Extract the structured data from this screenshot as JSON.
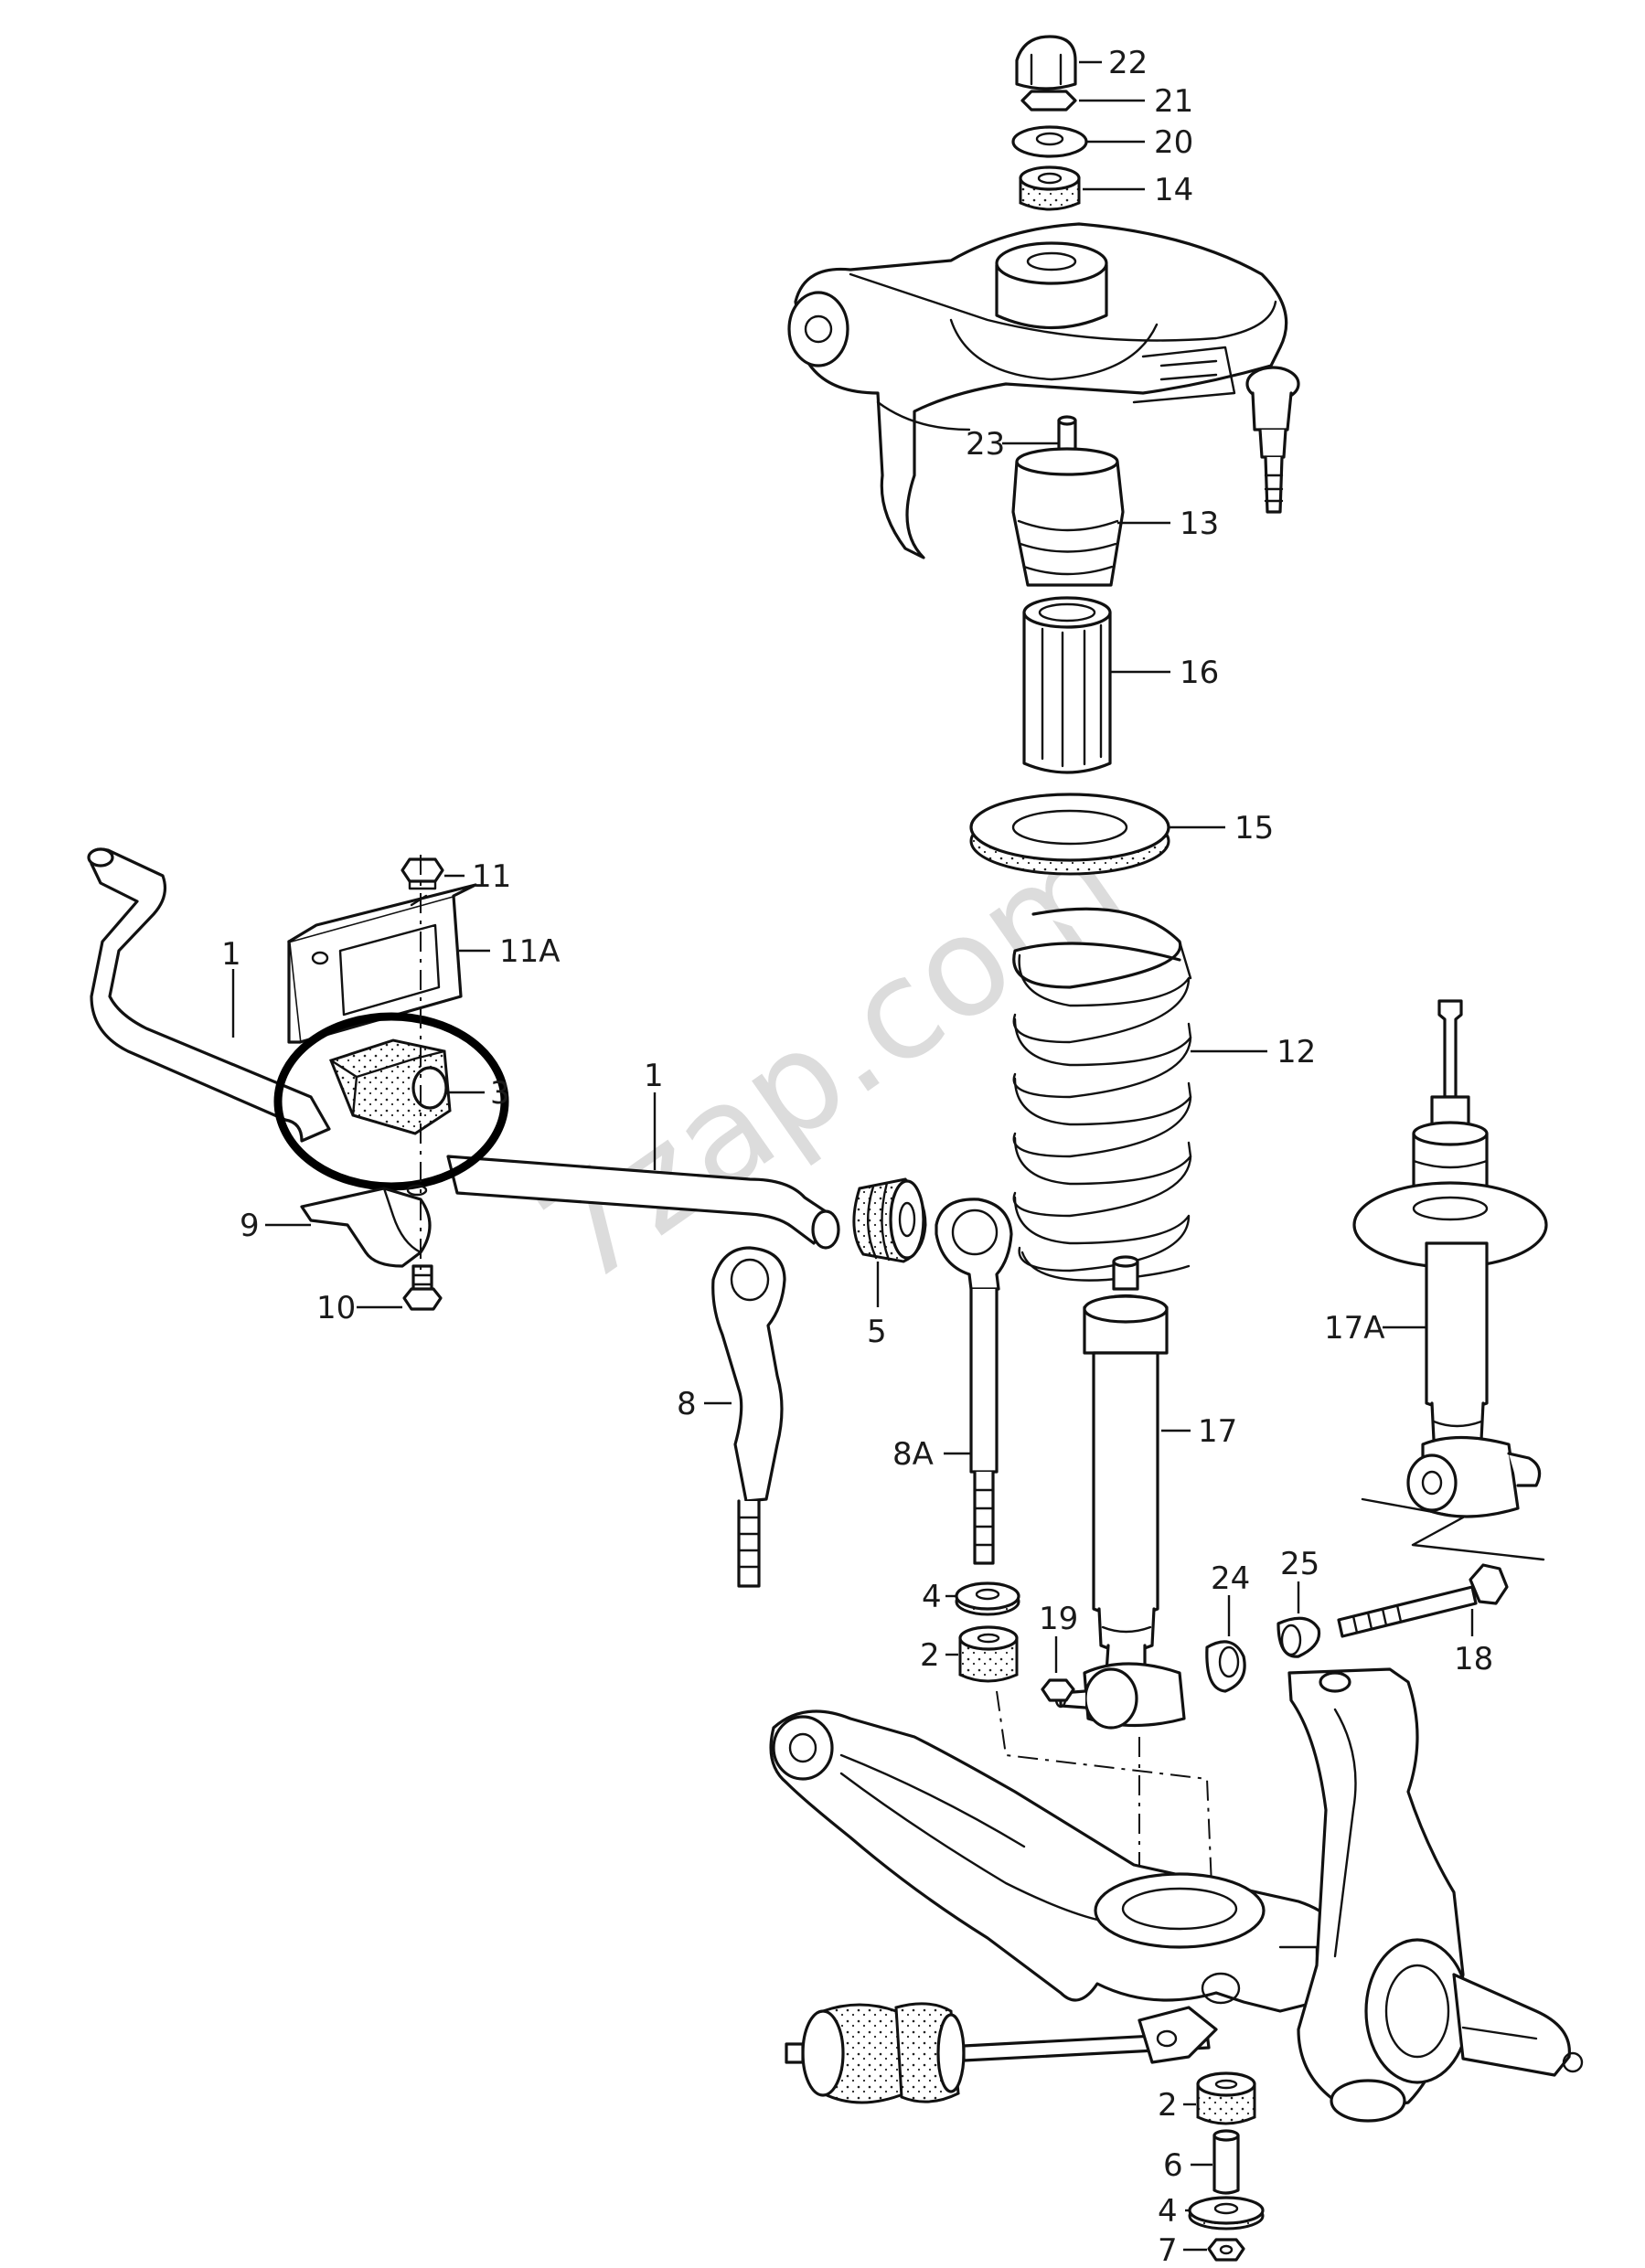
{
  "watermark": "7zap.com",
  "callouts": [
    {
      "id": "c22",
      "text": "22"
    },
    {
      "id": "c21",
      "text": "21"
    },
    {
      "id": "c20",
      "text": "20"
    },
    {
      "id": "c14",
      "text": "14"
    },
    {
      "id": "c23",
      "text": "23"
    },
    {
      "id": "c13",
      "text": "13"
    },
    {
      "id": "c16",
      "text": "16"
    },
    {
      "id": "c15",
      "text": "15"
    },
    {
      "id": "c11",
      "text": "11"
    },
    {
      "id": "c11a",
      "text": "11A"
    },
    {
      "id": "c1a",
      "text": "1"
    },
    {
      "id": "c3",
      "text": "3"
    },
    {
      "id": "c1b",
      "text": "1"
    },
    {
      "id": "c12",
      "text": "12"
    },
    {
      "id": "c9",
      "text": "9"
    },
    {
      "id": "c10",
      "text": "10"
    },
    {
      "id": "c5",
      "text": "5"
    },
    {
      "id": "c17a",
      "text": "17A"
    },
    {
      "id": "c8",
      "text": "8"
    },
    {
      "id": "c8a",
      "text": "8A"
    },
    {
      "id": "c17",
      "text": "17"
    },
    {
      "id": "c4a",
      "text": "4"
    },
    {
      "id": "c24",
      "text": "24"
    },
    {
      "id": "c25",
      "text": "25"
    },
    {
      "id": "c19",
      "text": "19"
    },
    {
      "id": "c2a",
      "text": "2"
    },
    {
      "id": "c18",
      "text": "18"
    },
    {
      "id": "c2b",
      "text": "2"
    },
    {
      "id": "c6",
      "text": "6"
    },
    {
      "id": "c4b",
      "text": "4"
    },
    {
      "id": "c7",
      "text": "7"
    }
  ],
  "highlight": {
    "label": "3",
    "color": "#000000"
  },
  "colors": {
    "ink": "#111111",
    "paper": "#ffffff",
    "watermark": "#dcdcdc"
  }
}
